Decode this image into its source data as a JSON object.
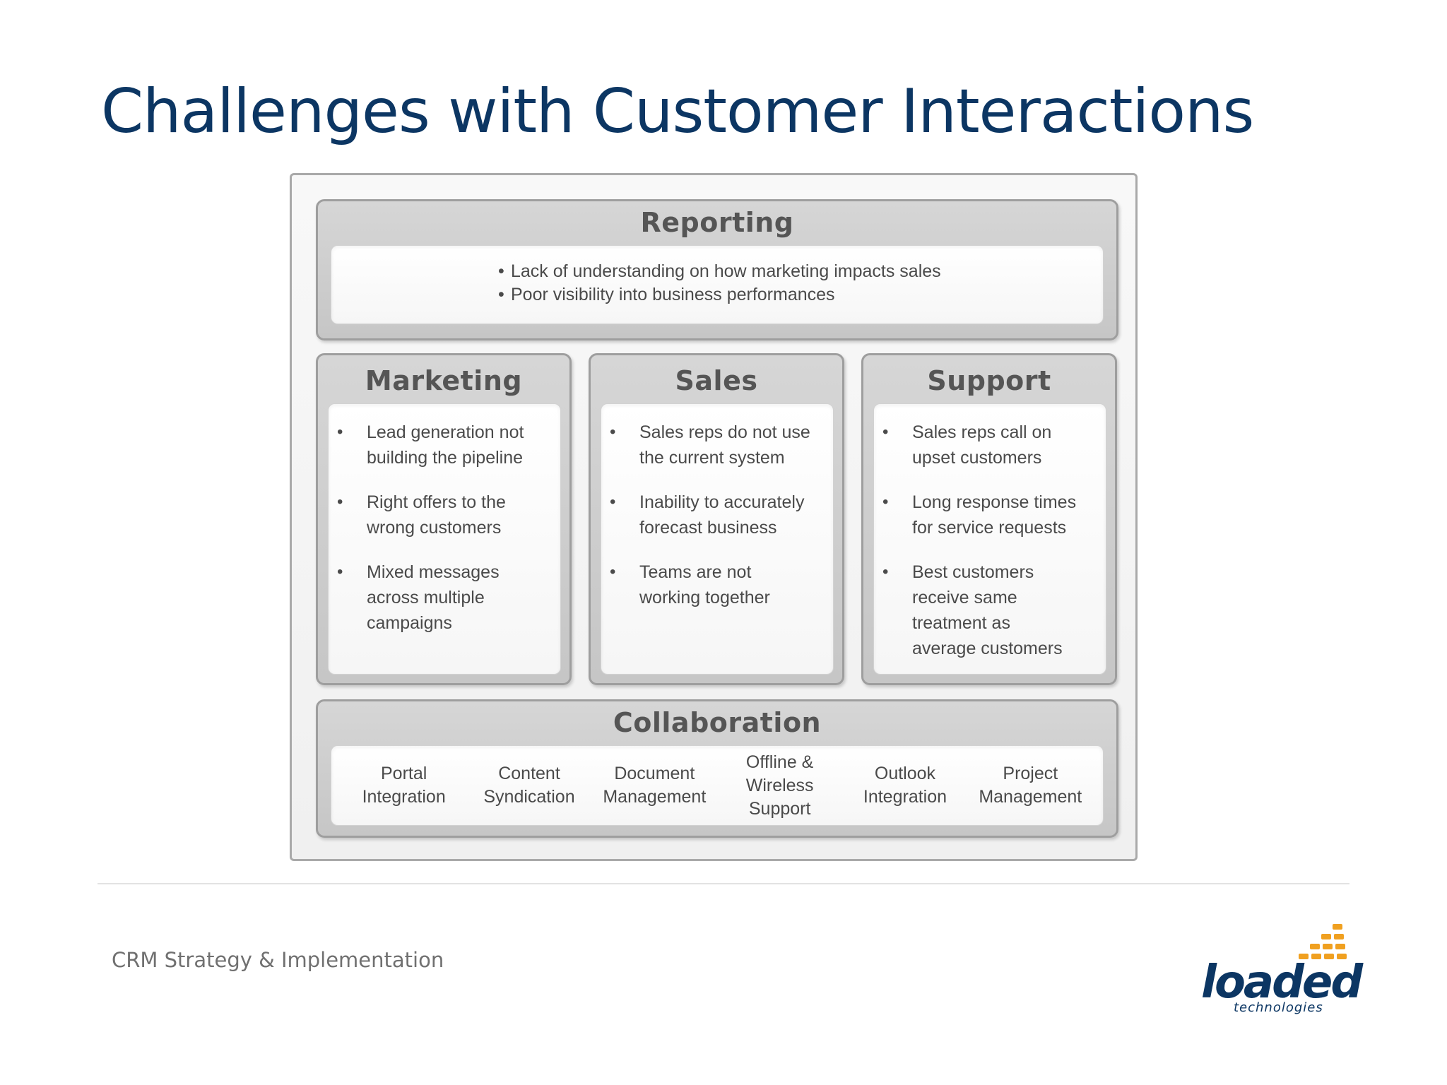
{
  "slide": {
    "title": "Challenges with Customer Interactions",
    "footer": "CRM Strategy & Implementation"
  },
  "diagram": {
    "reporting": {
      "title": "Reporting",
      "bullets": [
        "Lack of understanding on how marketing impacts sales",
        "Poor visibility into business performances"
      ]
    },
    "columns": [
      {
        "title": "Marketing",
        "bullets": [
          "Lead generation not\nbuilding the pipeline",
          "Right offers to the\nwrong customers",
          "Mixed messages\nacross multiple\ncampaigns"
        ]
      },
      {
        "title": "Sales",
        "bullets": [
          "Sales reps do not use\nthe current system",
          "Inability to accurately\nforecast business",
          "Teams are not\nworking together"
        ]
      },
      {
        "title": "Support",
        "bullets": [
          "Sales reps call on\nupset customers",
          "Long response times\nfor service requests",
          "Best customers\nreceive same\ntreatment as\naverage customers"
        ]
      }
    ],
    "collaboration": {
      "title": "Collaboration",
      "items": [
        "Portal\nIntegration",
        "Content\nSyndication",
        "Document\nManagement",
        "Offline &\nWireless\nSupport",
        "Outlook\nIntegration",
        "Project\nManagement"
      ]
    }
  },
  "logo": {
    "word": "loaded",
    "subtitle": "technologies",
    "brand_color": "#0c3663",
    "accent_color": "#f0a020"
  },
  "bullet_glyph": "•"
}
